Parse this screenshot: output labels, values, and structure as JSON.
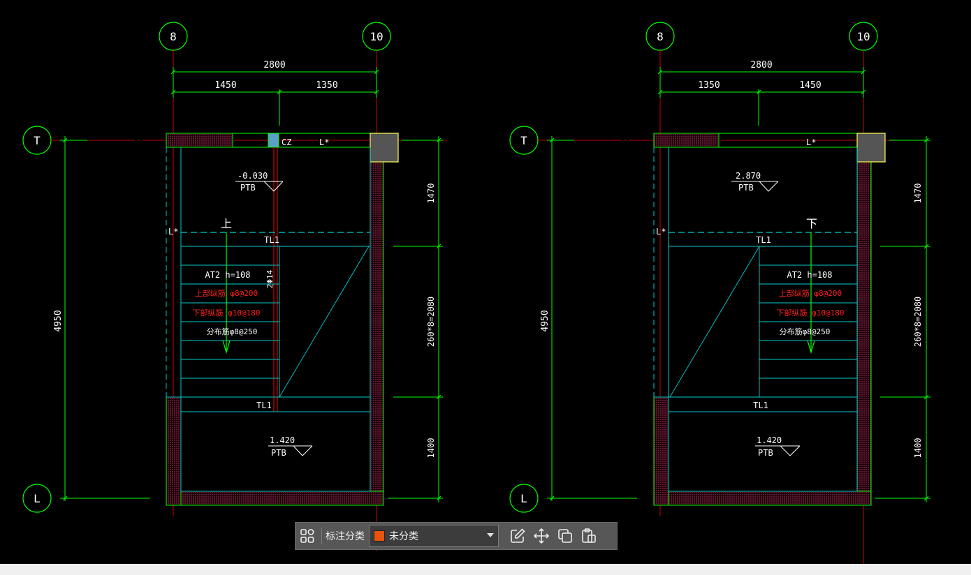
{
  "drawing": {
    "axes": {
      "col_left": "8",
      "col_right": "10",
      "row_top": "T",
      "row_bottom": "L"
    },
    "left_plan": {
      "dim_total": "2800",
      "dim_a": "1450",
      "dim_b": "1350",
      "dim_left_vertical": "4950",
      "dim_right_top": "1470",
      "dim_right_mid": "260*8=2080",
      "dim_right_bottom": "1400",
      "label_cz": "CZ",
      "label_l_top": "L*",
      "label_l_side": "L*",
      "elev_top": "-0.030",
      "elev_top_tag": "PTB",
      "dir_label": "上",
      "tl1_top": "TL1",
      "tl1_bottom": "TL1",
      "stair_name": "AT2 h=108",
      "rebar_top": "上部纵筋 φ8@200",
      "rebar_bottom": "下部纵筋 φ10@180",
      "rebar_dist": "分布筋φ8@250",
      "col_rebar": "2Φ14",
      "elev_bottom": "1.420",
      "elev_bottom_tag": "PTB"
    },
    "right_plan": {
      "dim_total": "2800",
      "dim_a": "1350",
      "dim_b": "1450",
      "dim_left_vertical": "4950",
      "dim_right_top": "1470",
      "dim_right_mid": "260*8=2080",
      "dim_right_bottom": "1400",
      "label_l_top": "L*",
      "label_l_side": "L*",
      "elev_top": "2.870",
      "elev_top_tag": "PTB",
      "dir_label": "下",
      "tl1_top": "TL1",
      "tl1_bottom": "TL1",
      "stair_name": "AT2 h=108",
      "rebar_top": "上部纵筋 φ8@200",
      "rebar_bottom": "下部纵筋 φ10@180",
      "rebar_dist": "分布筋φ8@250",
      "elev_bottom": "1.420",
      "elev_bottom_tag": "PTB"
    }
  },
  "toolbar": {
    "label": "标注分类",
    "select_value": "未分类",
    "swatch_color": "#e8540e",
    "icons": [
      "grid-apps-icon",
      "edit-icon",
      "move-icon",
      "copy-icon",
      "paste-icon"
    ]
  },
  "colors": {
    "green": "#00ff00",
    "cyan": "#00cccc",
    "red": "#ff0000",
    "yellow": "#ffff55",
    "wall_hatch": "#b8305a"
  }
}
